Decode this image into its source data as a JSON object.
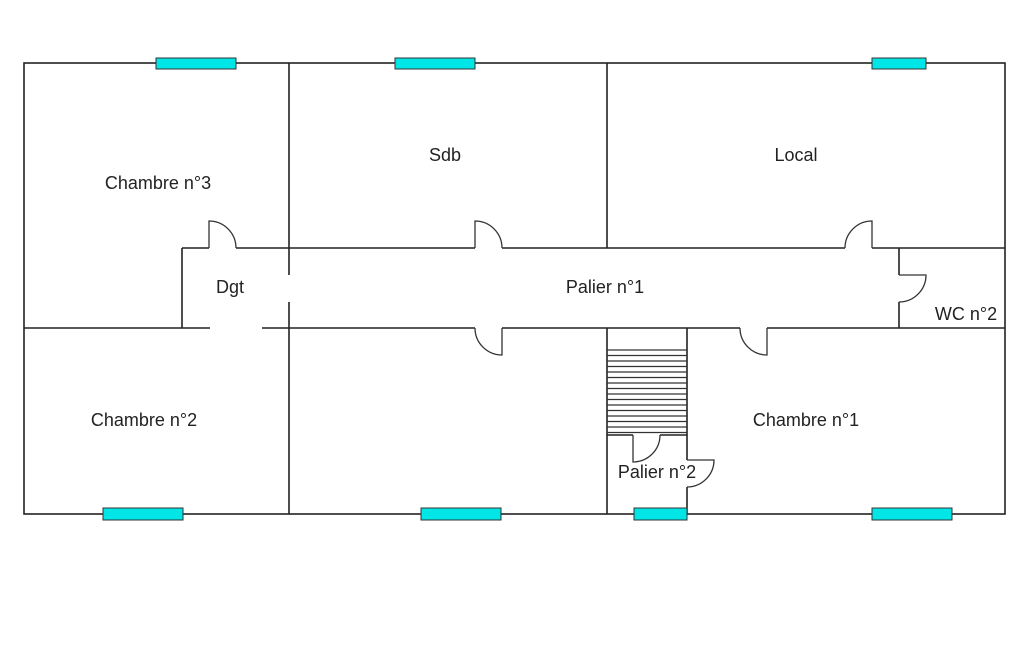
{
  "plan": {
    "colors": {
      "wall": "#222222",
      "window": "#00e5e5"
    },
    "rooms": [
      {
        "id": "chambre3",
        "label": "Chambre n°3"
      },
      {
        "id": "sdb",
        "label": "Sdb"
      },
      {
        "id": "local",
        "label": "Local"
      },
      {
        "id": "dgt",
        "label": "Dgt"
      },
      {
        "id": "palier1",
        "label": "Palier n°1"
      },
      {
        "id": "wc2",
        "label": "WC n°2"
      },
      {
        "id": "chambre2",
        "label": "Chambre n°2"
      },
      {
        "id": "chambre1",
        "label": "Chambre n°1"
      },
      {
        "id": "palier2",
        "label": "Palier n°2"
      }
    ]
  }
}
